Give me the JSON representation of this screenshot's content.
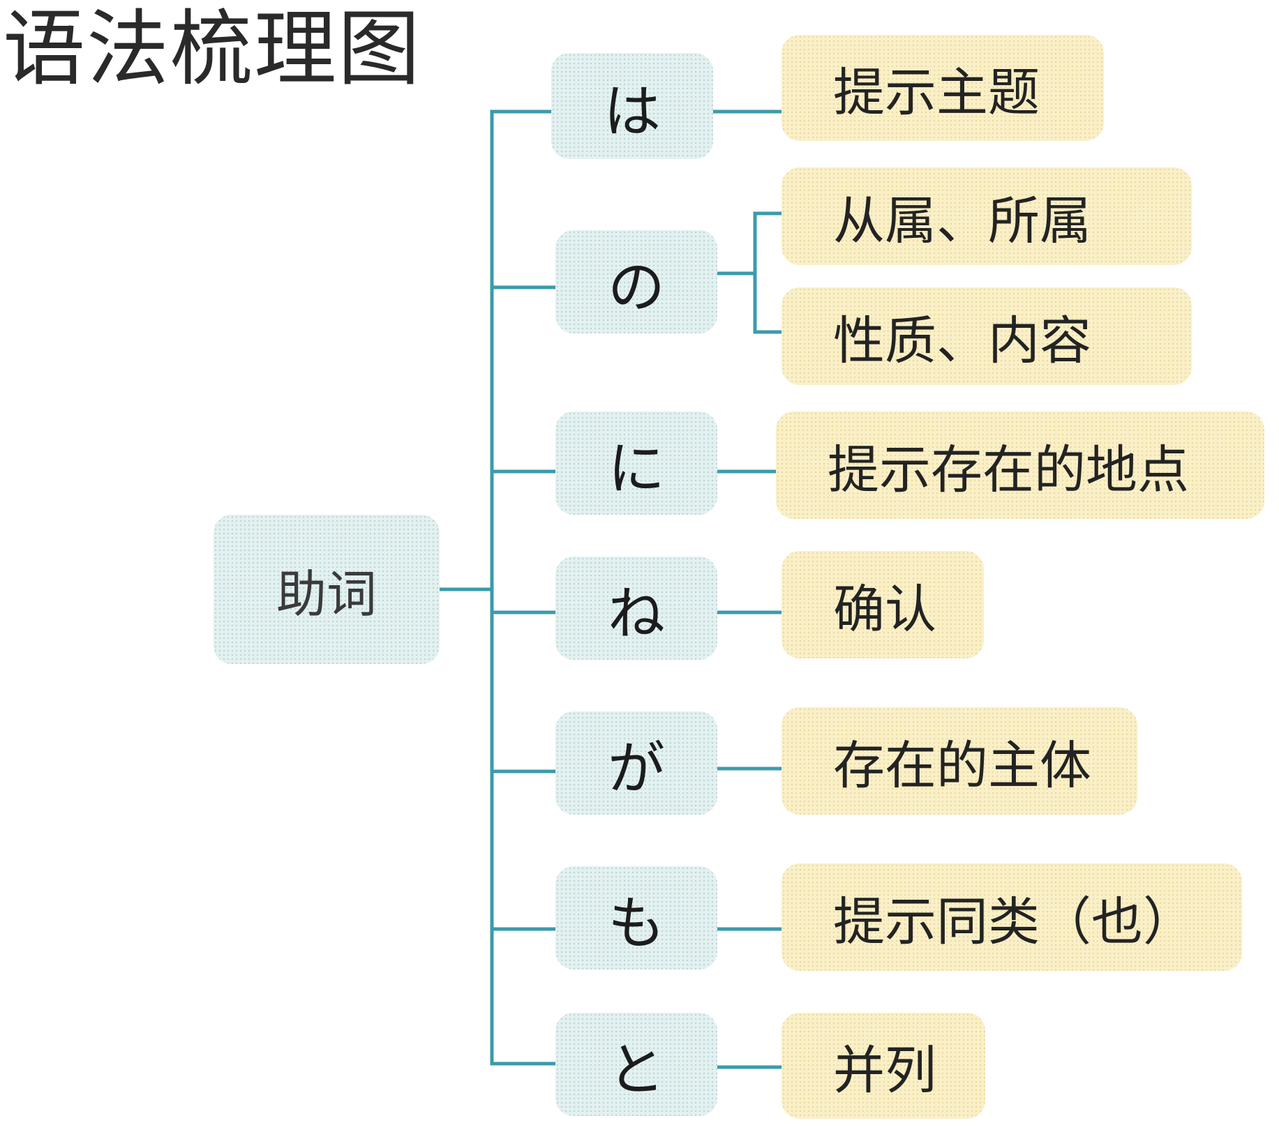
{
  "title": "语法梳理图",
  "colors": {
    "connector": "#3a9bab",
    "particle_fill": "#e4f1f1",
    "meaning_fill": "#faf0c8"
  },
  "root": {
    "label": "助词"
  },
  "branches": [
    {
      "particle": "は",
      "meanings": [
        "提示主题"
      ]
    },
    {
      "particle": "の",
      "meanings": [
        "从属、所属",
        "性质、内容"
      ]
    },
    {
      "particle": "に",
      "meanings": [
        "提示存在的地点"
      ]
    },
    {
      "particle": "ね",
      "meanings": [
        "确认"
      ]
    },
    {
      "particle": "が",
      "meanings": [
        "存在的主体"
      ]
    },
    {
      "particle": "も",
      "meanings": [
        "提示同类（也）"
      ]
    },
    {
      "particle": "と",
      "meanings": [
        "并列"
      ]
    }
  ]
}
